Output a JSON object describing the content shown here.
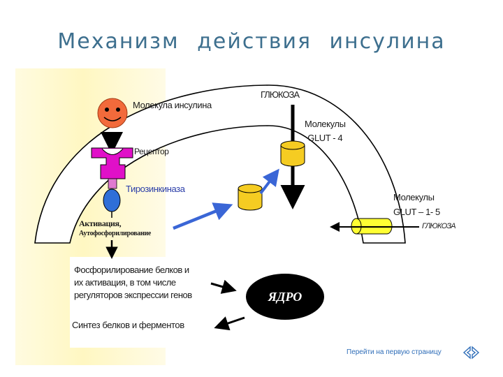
{
  "title": "Механизм   действия   инсулина",
  "labels": {
    "insulin_molecule": "Молекула инсулина",
    "receptor": "Рецептор",
    "tyrosine_kinase": "Тирозинкиназа",
    "activation": "Активация,",
    "autophosphorylation": "Аутофосфорилирование",
    "glucose_top": "ГЛЮКОЗА",
    "glut4_line1": "Молекулы",
    "glut4_line2": "GLUT - 4",
    "glut15_line1": "Молекулы",
    "glut15_line2": "GLUT – 1- 5",
    "glucose_right": "ГЛЮКОЗА",
    "phos_line1": "Фосфорилирование белков и",
    "phos_line2": "их активация, в том числе",
    "phos_line3": "регуляторов экспрессии генов",
    "nucleus": "ЯДРО",
    "synthesis": "Синтез белков и ферментов"
  },
  "nav": {
    "first_page_link": "Перейти на первую страницу"
  },
  "icons": [
    "insulin-smiley-icon",
    "receptor-icon",
    "tyrosine-kinase-icon",
    "glut-cylinder-icon",
    "nav-prev-icon",
    "nav-next-icon"
  ],
  "colors": {
    "title": "#3d6f8e",
    "insulin_face": "#f26a3b",
    "receptor": "#e010c8",
    "tyrosine_kinase": "#2f6fd8",
    "glut": "#f5cc22",
    "glut_horizontal": "#ffff33",
    "blue_arrow": "#3a66d6",
    "nucleus": "#000000"
  }
}
